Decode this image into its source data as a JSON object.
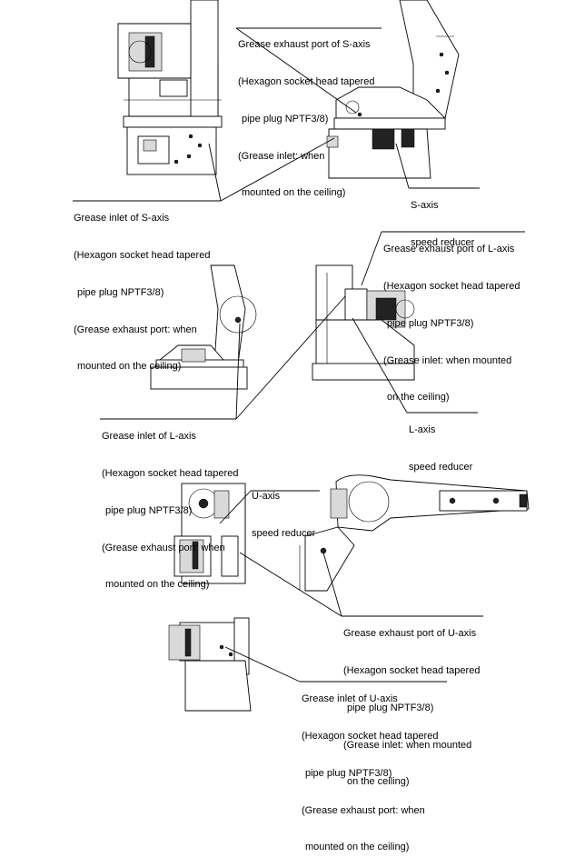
{
  "callouts": {
    "s_exhaust": {
      "title": "Grease exhaust port of S-axis",
      "lines": [
        "(Hexagon socket head tapered",
        "pipe plug NPTF3/8)",
        "(Grease inlet: when",
        "mounted on the ceiling)"
      ]
    },
    "s_inlet": {
      "title": "Grease inlet of S-axis",
      "lines": [
        "(Hexagon socket head tapered",
        "pipe plug NPTF3/8)",
        "(Grease exhaust port: when",
        "mounted on the ceiling)"
      ]
    },
    "s_reducer": {
      "lines": [
        "S-axis",
        "speed reducer"
      ]
    },
    "l_exhaust": {
      "title": "Grease exhaust port of L-axis",
      "lines": [
        "(Hexagon socket head tapered",
        "pipe plug NPTF3/8)",
        "(Grease inlet: when mounted",
        "on the ceiling)"
      ]
    },
    "l_inlet": {
      "title": "Grease inlet of L-axis",
      "lines": [
        "(Hexagon socket head tapered",
        "pipe plug NPTF3/8)",
        "(Grease exhaust port: when",
        "mounted on the ceiling)"
      ]
    },
    "l_reducer": {
      "lines": [
        "L-axis",
        "speed reducer"
      ]
    },
    "u_reducer": {
      "lines": [
        "U-axis",
        "speed reducer"
      ]
    },
    "u_exhaust": {
      "title": "Grease exhaust port of U-axis",
      "lines": [
        "(Hexagon socket head tapered",
        "pipe plug NPTF3/8)",
        "(Grease inlet: when mounted",
        "on the ceiling)"
      ]
    },
    "u_inlet": {
      "title": "Grease inlet of U-axis",
      "lines": [
        "(Hexagon socket head tapered",
        "pipe plug NPTF3/8)",
        "(Grease exhaust port: when",
        "mounted on the ceiling)"
      ]
    }
  }
}
